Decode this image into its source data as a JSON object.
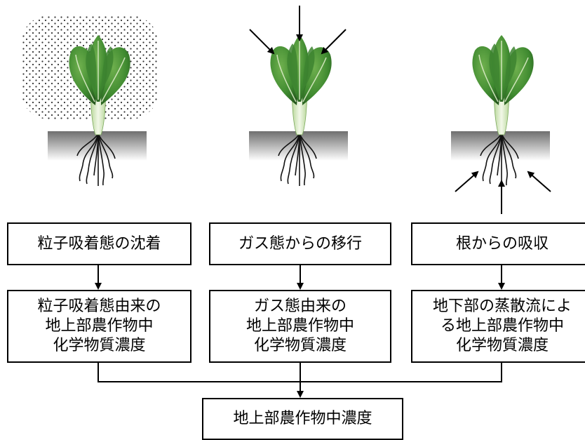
{
  "pathways": [
    {
      "id": "particle",
      "source_label": "粒子吸着態の沈着",
      "concentration_lines": [
        "粒子吸着態由来の",
        "地上部農作物中",
        "化学物質濃度"
      ]
    },
    {
      "id": "gas",
      "source_label": "ガス態からの移行",
      "concentration_lines": [
        "ガス態由来の",
        "地上部農作物中",
        "化学物質濃度"
      ]
    },
    {
      "id": "root",
      "source_label": "根からの吸収",
      "concentration_lines": [
        "地下部の蒸散流によ",
        "る地上部農作物中",
        "化学物質濃度"
      ]
    }
  ],
  "final_label": "地上部農作物中濃度",
  "colors": {
    "leaf_dark": "#2d6a25",
    "leaf_mid": "#4f9a3a",
    "leaf_light": "#8cc46a",
    "stem": "#e4f0d2",
    "soil_top": "#777777"
  }
}
